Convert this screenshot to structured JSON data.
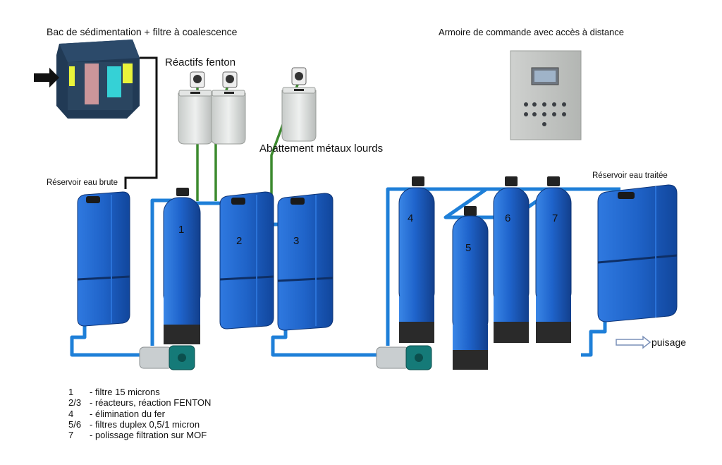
{
  "titles": {
    "sedimentation": "Bac de sédimentation  + filtre à coalescence",
    "control_cabinet": "Armoire de commande avec accès à distance",
    "fenton_reagents": "Réactifs fenton",
    "heavy_metals": "Abattement métaux lourds",
    "raw_tank": "Réservoir eau brute",
    "treated_tank": "Réservoir eau traitée",
    "draw": "puisage"
  },
  "unit_numbers": {
    "u1": "1",
    "u2": "2",
    "u3": "3",
    "u4": "4",
    "u5": "5",
    "u6": "6",
    "u7": "7"
  },
  "legend": [
    {
      "key": "1",
      "text": "- filtre 15 microns"
    },
    {
      "key": "2/3",
      "text": "- réacteurs, réaction FENTON"
    },
    {
      "key": "4",
      "text": "- élimination du fer"
    },
    {
      "key": "5/6",
      "text": "- filtres duplex 0,5/1 micron"
    },
    {
      "key": "7",
      "text": "- polissage filtration sur MOF"
    }
  ],
  "colors": {
    "pipe": "#1e7fd8",
    "tank": "#1f63c8",
    "tank_dark": "#123f8a",
    "filter": "#1d5cc4",
    "dosing_line": "#3c8a2e",
    "reagent_drum": "#d8dcda"
  }
}
